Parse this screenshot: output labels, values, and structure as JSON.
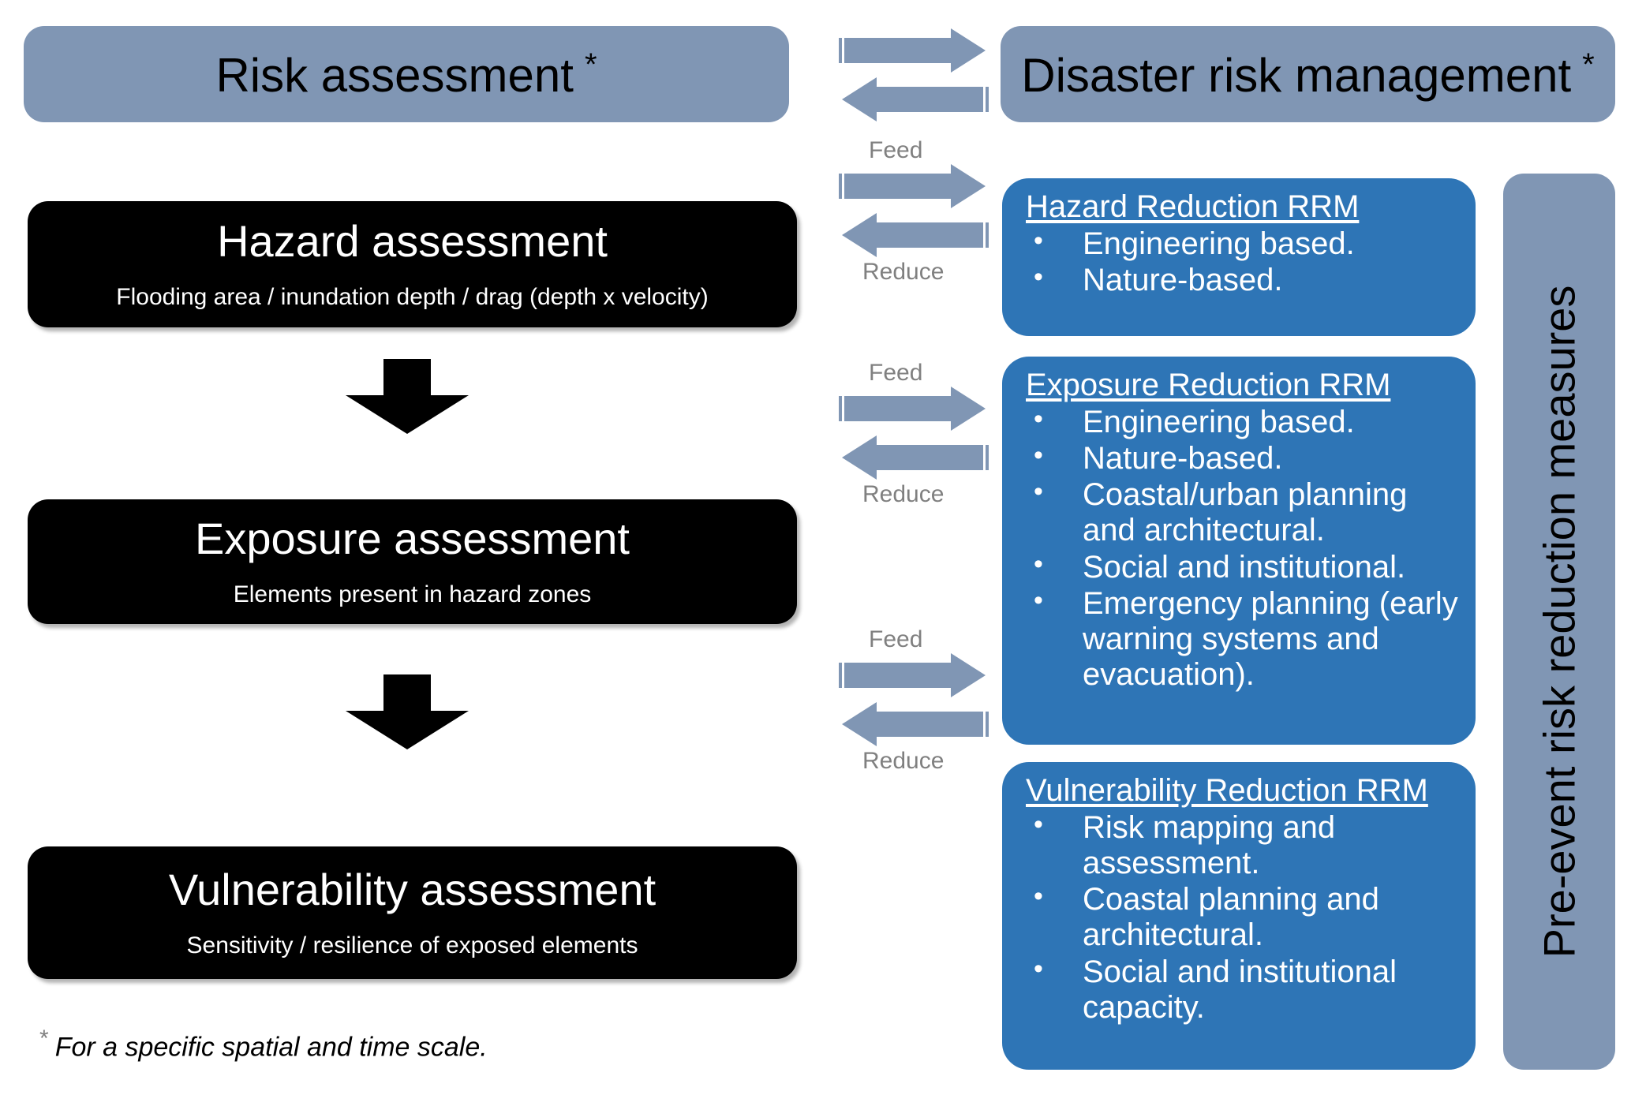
{
  "colors": {
    "gray_blue": "#8096b4",
    "blue": "#2e75b6",
    "black": "#000000",
    "arrow_gray_blue": "#8096b4",
    "label_gray": "#808080",
    "white": "#ffffff"
  },
  "headers": {
    "left": {
      "text": "Risk assessment",
      "marker": "*"
    },
    "right": {
      "text": "Disaster risk management",
      "marker": "*"
    }
  },
  "assessment_boxes": [
    {
      "title": "Hazard assessment",
      "subtitle": "Flooding area / inundation depth / drag (depth x velocity)"
    },
    {
      "title": "Exposure assessment",
      "subtitle": "Elements present in hazard zones"
    },
    {
      "title": "Vulnerability assessment",
      "subtitle": "Sensitivity / resilience of exposed elements"
    }
  ],
  "rrm_boxes": [
    {
      "heading": "Hazard Reduction RRM",
      "items": [
        "Engineering based.",
        "Nature-based."
      ]
    },
    {
      "heading": "Exposure Reduction RRM",
      "items": [
        "Engineering based.",
        "Nature-based.",
        "Coastal/urban planning and architectural.",
        "Social and institutional.",
        "Emergency planning (early warning systems and evacuation)."
      ]
    },
    {
      "heading": "Vulnerability Reduction RRM",
      "items": [
        "Risk mapping and assessment.",
        "Coastal planning and architectural.",
        "Social and institutional capacity."
      ]
    }
  ],
  "arrow_groups": [
    {
      "top_label": "",
      "bottom_label": ""
    },
    {
      "top_label": "Feed",
      "bottom_label": "Reduce"
    },
    {
      "top_label": "Feed",
      "bottom_label": "Reduce"
    },
    {
      "top_label": "Feed",
      "bottom_label": "Reduce"
    }
  ],
  "side_bar": {
    "text": "Pre-event risk reduction measures"
  },
  "footnote": {
    "marker": "*",
    "text": "For a specific spatial and time scale."
  }
}
